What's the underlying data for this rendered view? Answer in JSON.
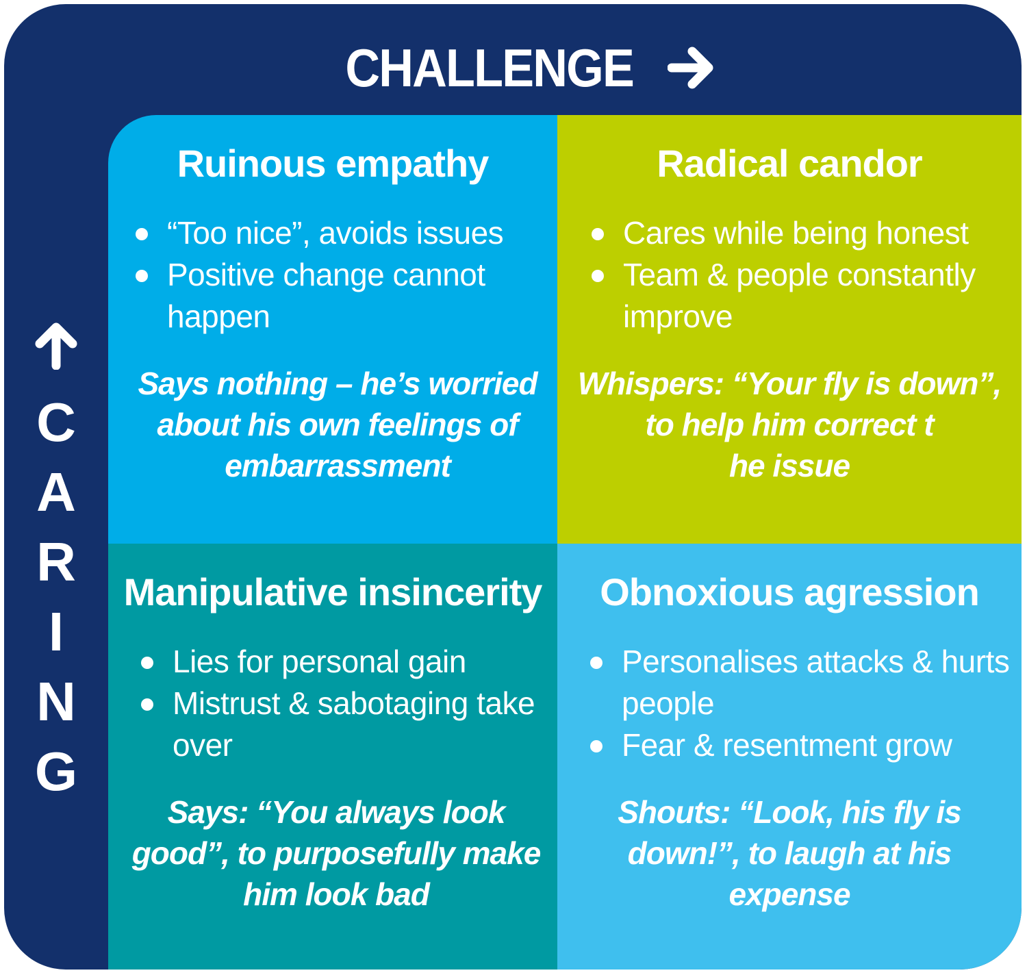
{
  "header": {
    "title": "CHALLENGE",
    "arrow_icon": "arrow-right-icon"
  },
  "axis": {
    "letters": [
      "C",
      "A",
      "R",
      "I",
      "N",
      "G"
    ],
    "arrow_icon": "arrow-up-icon"
  },
  "colors": {
    "frame": "#13306b",
    "ruinous_empathy": "#00ade8",
    "radical_candor": "#bdcf00",
    "manipulative_insincerity": "#009aa2",
    "obnoxious_aggression": "#3fbfee",
    "text": "#ffffff"
  },
  "quadrants": {
    "top_left": {
      "title": "Ruinous empathy",
      "bullets": [
        "“Too nice”, avoids issues",
        "Positive change cannot happen"
      ],
      "quote": "Says nothing – he’s worried\nabout his own feelings of\nembarrassment"
    },
    "top_right": {
      "title": "Radical candor",
      "bullets": [
        "Cares while being honest",
        "Team & people constantly improve"
      ],
      "quote": "Whispers: “Your fly is down”,\nto help him correct t\nhe issue"
    },
    "bottom_left": {
      "title": "Manipulative insincerity",
      "bullets": [
        "Lies for personal gain",
        "Mistrust & sabotaging take over"
      ],
      "quote": "Says: “You always look\ngood”, to purposefully make\nhim look bad"
    },
    "bottom_right": {
      "title": "Obnoxious agression",
      "bullets": [
        "Personalises attacks & hurts people",
        "Fear & resentment grow"
      ],
      "quote": "Shouts: “Look, his fly is\ndown!”, to laugh at his\nexpense"
    }
  }
}
